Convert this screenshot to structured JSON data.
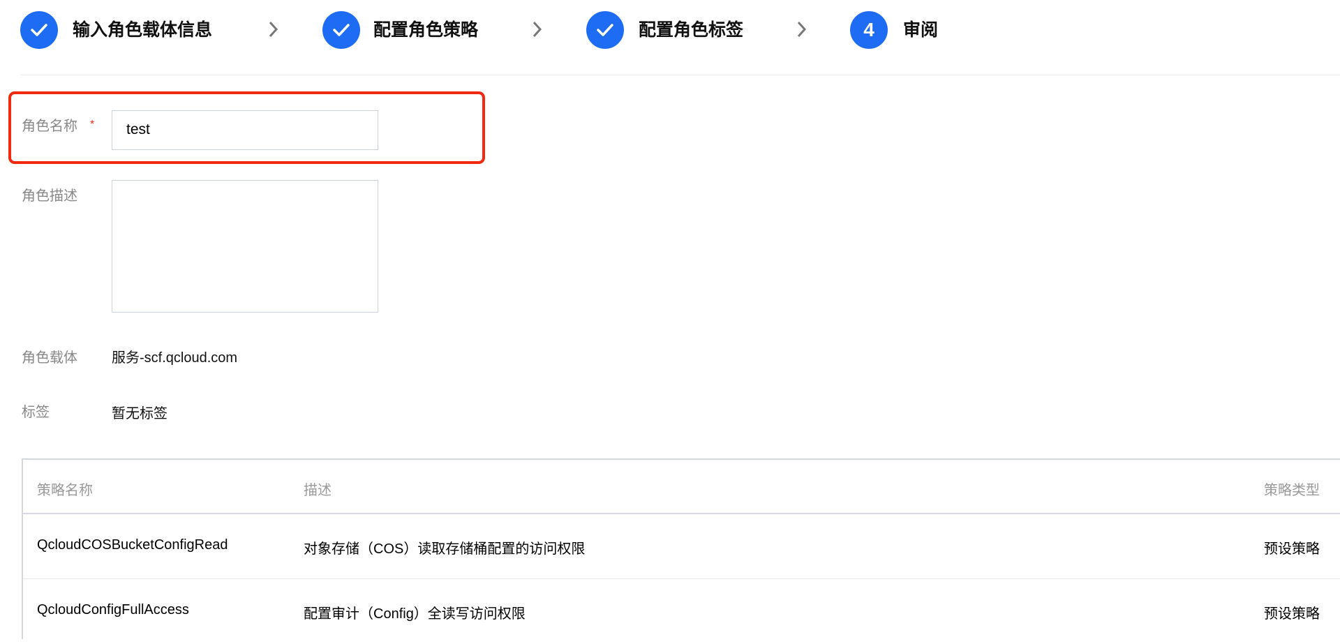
{
  "steps": [
    {
      "label": "输入角色载体信息",
      "state": "done"
    },
    {
      "label": "配置角色策略",
      "state": "done"
    },
    {
      "label": "配置角色标签",
      "state": "done"
    },
    {
      "label": "审阅",
      "state": "current",
      "number": "4"
    }
  ],
  "form": {
    "role_name_label": "角色名称",
    "required_mark": "*",
    "role_name_value": "test",
    "role_desc_label": "角色描述",
    "role_desc_value": "",
    "role_carrier_label": "角色载体",
    "role_carrier_value": "服务-scf.qcloud.com",
    "tags_label": "标签",
    "tags_value": "暂无标签"
  },
  "table": {
    "headers": [
      "策略名称",
      "描述",
      "策略类型"
    ],
    "rows": [
      [
        "QcloudCOSBucketConfigRead",
        "对象存储（COS）读取存储桶配置的访问权限",
        "预设策略"
      ],
      [
        "QcloudConfigFullAccess",
        "配置审计（Config）全读写访问权限",
        "预设策略"
      ]
    ]
  },
  "colors": {
    "accent": "#1f6cf4",
    "highlight": "#f0290f"
  }
}
